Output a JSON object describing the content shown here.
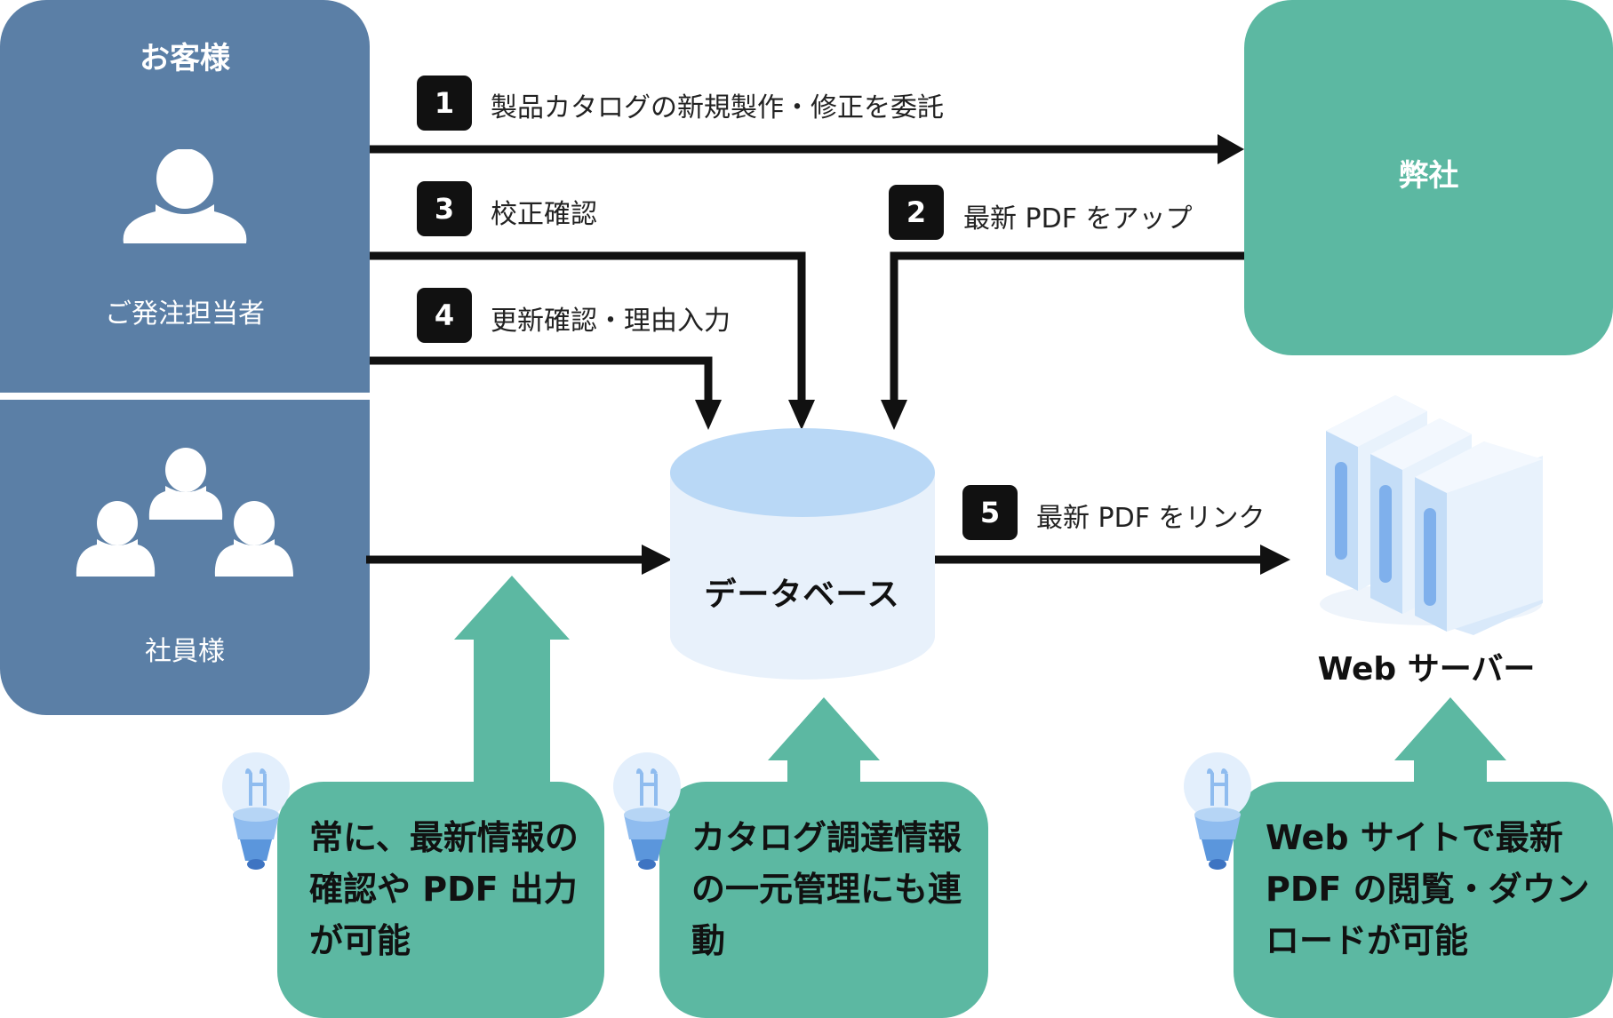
{
  "customer": {
    "title": "お客様",
    "orderer_label": "ご発注担当者",
    "staff_label": "社員様"
  },
  "company": {
    "label": "弊社"
  },
  "steps": [
    {
      "num": "1",
      "label": "製品カタログの新規製作・修正を委託"
    },
    {
      "num": "2",
      "label": "最新 PDF をアップ"
    },
    {
      "num": "3",
      "label": "校正確認"
    },
    {
      "num": "4",
      "label": "更新確認・理由入力"
    },
    {
      "num": "5",
      "label": "最新 PDF をリンク"
    }
  ],
  "database": {
    "label": "データベース"
  },
  "web_server": {
    "label": "Web サーバー"
  },
  "callouts": [
    {
      "lines": [
        "常に、最新情報の",
        "確認や PDF 出力",
        "が可能"
      ]
    },
    {
      "lines": [
        "カタログ調達情報",
        "の一元管理にも連",
        "動"
      ]
    },
    {
      "lines": [
        "Web サイトで最新",
        "PDF の閲覧・ダウン",
        "ロードが可能"
      ]
    }
  ],
  "colors": {
    "customer_panel": "#5b7fa6",
    "company_box": "#5cb8a2",
    "callout": "#5cb8a2",
    "database": "#e8f1fb",
    "arrow": "#111111"
  },
  "icons": [
    "person-icon",
    "group-icon",
    "database-icon",
    "server-icon",
    "lightbulb-icon"
  ]
}
